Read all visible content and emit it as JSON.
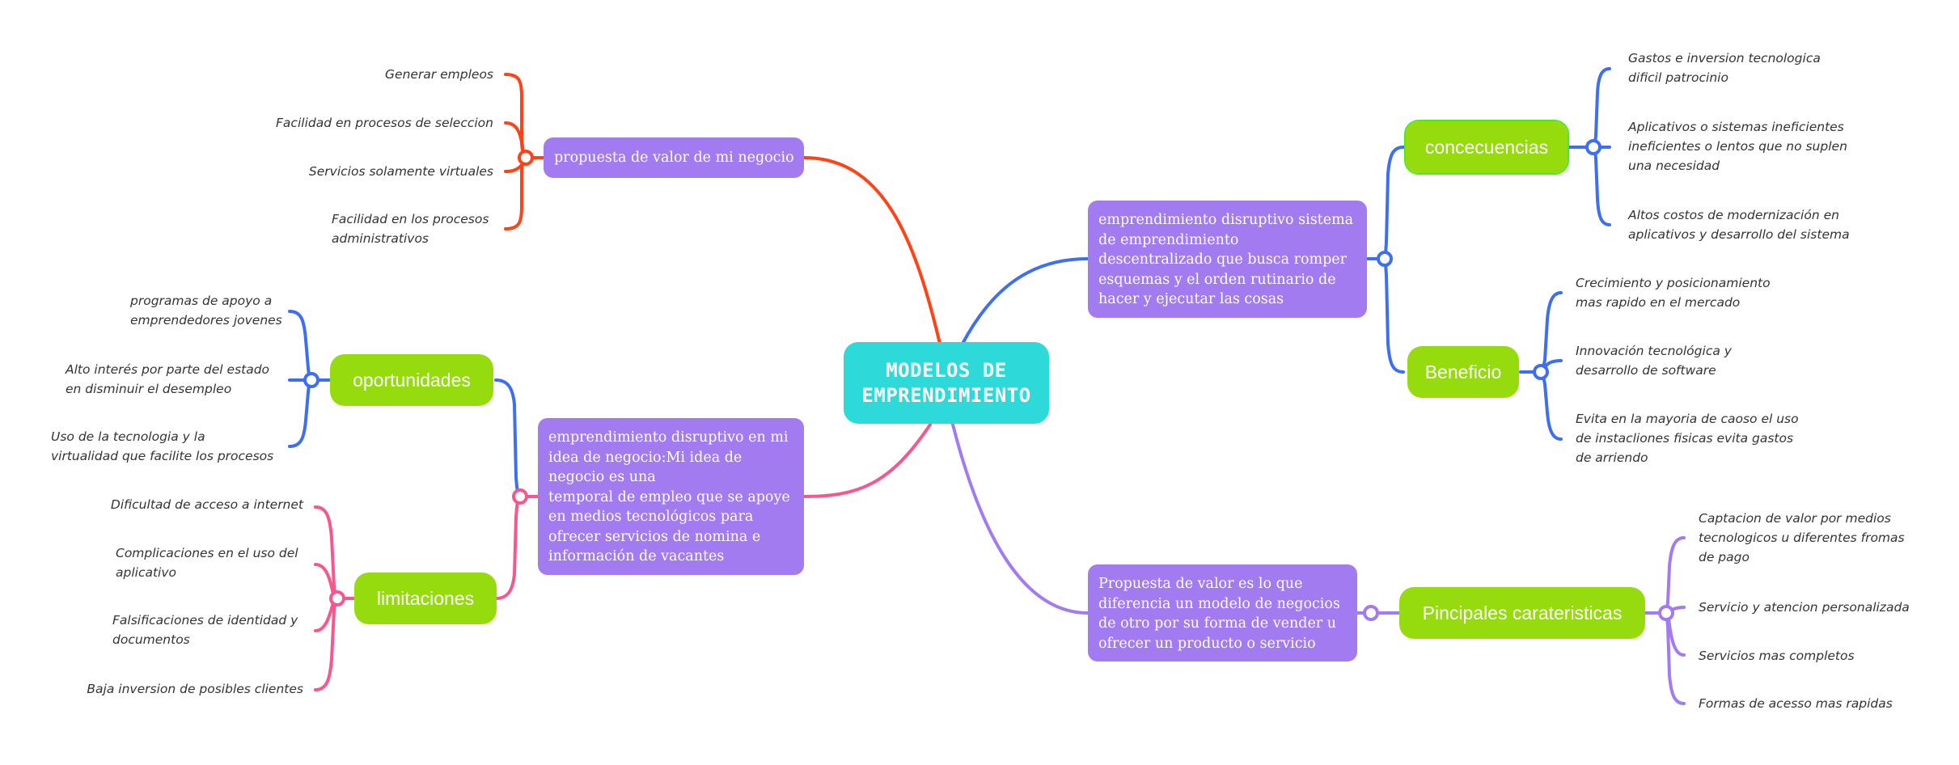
{
  "colors": {
    "root": "#2dd9d9",
    "topic": "#a27bf0",
    "subtopic": "#96db0e",
    "branch_orange": "#ff4317",
    "branch_pink": "#f7578c",
    "branch_blue": "#3d6ff0",
    "branch_violet": "#a27bf0",
    "leaf_text": "#333333"
  },
  "root": {
    "label": "MODELOS DE\nEMPRENDIMIENTO"
  },
  "left": {
    "propuesta": {
      "label": "propuesta de valor de mi negocio",
      "items": [
        "Generar empleos",
        "Facilidad en procesos de seleccion",
        "Servicios solamente virtuales",
        "Facilidad en los procesos\nadministrativos"
      ]
    },
    "idea": {
      "label": "emprendimiento disruptivo en mi\nidea de negocio:Mi idea de\nnegocio es una\ntemporal  de empleo que se apoye\nen medios tecnológicos para\nofrecer servicios de nomina e\ninformación de vacantes",
      "oportunidades": {
        "label": "oportunidades",
        "items": [
          "programas de apoyo a\nemprendedores jovenes",
          "Alto interés por parte del estado\nen disminuir el desempleo",
          "Uso de la tecnologia y la\nvirtualidad que facilite los procesos"
        ]
      },
      "limitaciones": {
        "label": "limitaciones",
        "items": [
          "Dificultad de acceso a internet",
          "Complicaciones en el uso del\naplicativo",
          "Falsificaciones de identidad y\ndocumentos",
          "Baja inversion de posibles clientes"
        ]
      }
    }
  },
  "right": {
    "disruptivo": {
      "label": "emprendimiento disruptivo sistema\nde emprendimiento\ndescentralizado que busca romper\nesquemas y el orden rutinario de\nhacer y ejecutar las cosas",
      "concecuencias": {
        "label": "concecuencias",
        "items": [
          "Gastos e inversion tecnologica\ndificil patrocinio",
          "Aplicativos o sistemas ineficientes\nineficientes o lentos que no suplen\nuna necesidad",
          "Altos costos de modernización en\naplicativos y desarrollo del sistema"
        ]
      },
      "beneficio": {
        "label": "Beneficio",
        "items": [
          "Crecimiento y posicionamiento\nmas rapido en el mercado",
          "Innovación tecnológica y\ndesarrollo de software",
          "Evita en la mayoria de caoso el uso\nde instacliones fisicas  evita gastos\nde arriendo"
        ]
      }
    },
    "valor": {
      "label": "Propuesta de valor es lo que\ndiferencia un modelo de negocios\nde otro por su forma de vender u\nofrecer un producto o servicio",
      "caracteristicas": {
        "label": "Pincipales carateristicas",
        "items": [
          "Captacion de valor por medios\ntecnologicos u diferentes fromas\nde pago",
          "Servicio y atencion personalizada",
          "Servicios mas completos",
          "Formas de acesso mas rapidas"
        ]
      }
    }
  }
}
